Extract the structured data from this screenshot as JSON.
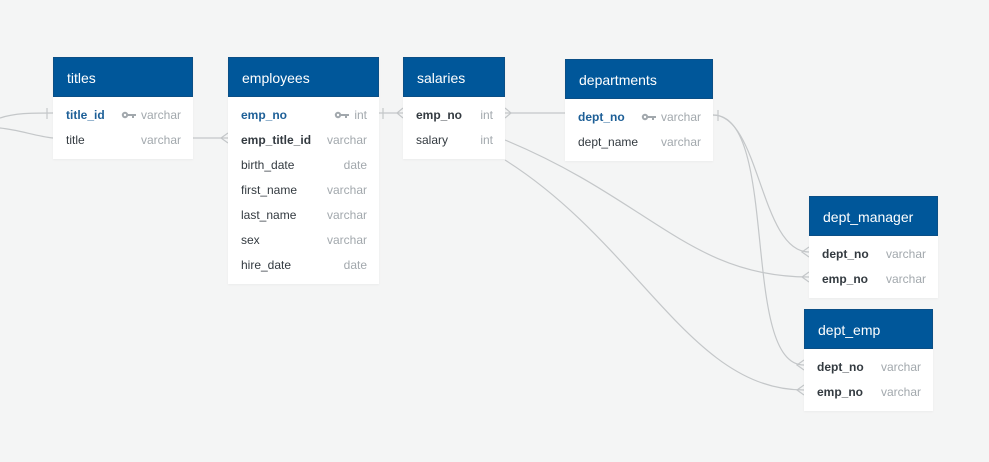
{
  "colors": {
    "header": "#00579a",
    "line": "#c4c7c9",
    "pk_text": "#1d5f97",
    "type_text": "#a2a8ad"
  },
  "tables": {
    "titles": {
      "name": "titles",
      "columns": [
        {
          "name": "title_id",
          "type": "varchar",
          "key": "key-icon"
        },
        {
          "name": "title",
          "type": "varchar"
        }
      ]
    },
    "employees": {
      "name": "employees",
      "columns": [
        {
          "name": "emp_no",
          "type": "int",
          "key": "key-icon"
        },
        {
          "name": "emp_title_id",
          "type": "varchar"
        },
        {
          "name": "birth_date",
          "type": "date"
        },
        {
          "name": "first_name",
          "type": "varchar"
        },
        {
          "name": "last_name",
          "type": "varchar"
        },
        {
          "name": "sex",
          "type": "varchar"
        },
        {
          "name": "hire_date",
          "type": "date"
        }
      ]
    },
    "salaries": {
      "name": "salaries",
      "columns": [
        {
          "name": "emp_no",
          "type": "int"
        },
        {
          "name": "salary",
          "type": "int"
        }
      ]
    },
    "departments": {
      "name": "departments",
      "columns": [
        {
          "name": "dept_no",
          "type": "varchar",
          "key": "key-icon"
        },
        {
          "name": "dept_name",
          "type": "varchar"
        }
      ]
    },
    "dept_manager": {
      "name": "dept_manager",
      "columns": [
        {
          "name": "dept_no",
          "type": "varchar"
        },
        {
          "name": "emp_no",
          "type": "varchar"
        }
      ]
    },
    "dept_emp": {
      "name": "dept_emp",
      "columns": [
        {
          "name": "dept_no",
          "type": "varchar"
        },
        {
          "name": "emp_no",
          "type": "varchar"
        }
      ]
    }
  }
}
